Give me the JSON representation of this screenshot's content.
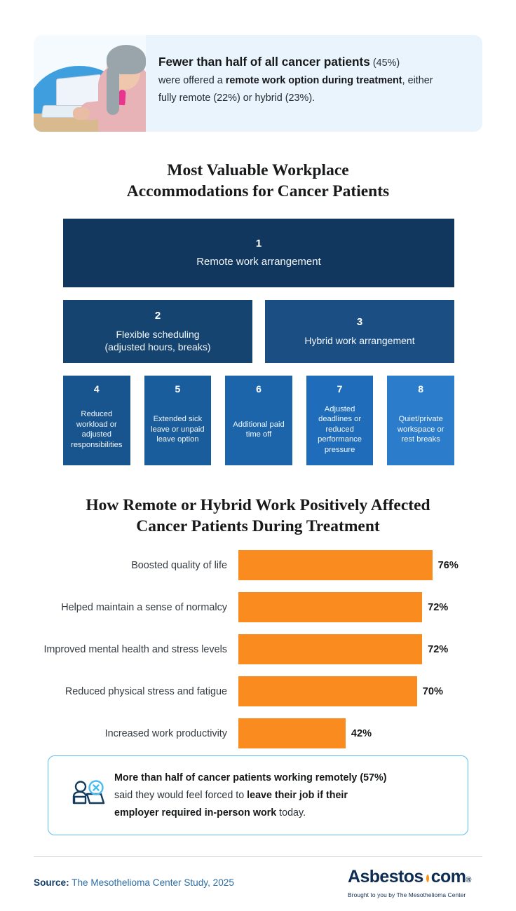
{
  "banner": {
    "lead": "Fewer than half of all cancer patients",
    "lead_pct": " (45%)",
    "line2_pre": "were offered a ",
    "line2_bold": "remote work option during treatment",
    "line2_post": ", either",
    "line3": "fully remote (22%) or hybrid (23%)."
  },
  "accommodations": {
    "title_line1": "Most Valuable Workplace",
    "title_line2": "Accommodations for Cancer Patients",
    "items": [
      {
        "rank": "1",
        "label": "Remote work arrangement",
        "color": "#11375e"
      },
      {
        "rank": "2",
        "label": "Flexible scheduling\n(adjusted hours, breaks)",
        "color": "#154470"
      },
      {
        "rank": "3",
        "label": "Hybrid work arrangement",
        "color": "#1b4f84"
      },
      {
        "rank": "4",
        "label": "Reduced workload or adjusted responsibilities",
        "color": "#18548e"
      },
      {
        "rank": "5",
        "label": "Extended sick leave or unpaid leave option",
        "color": "#1a5d9c"
      },
      {
        "rank": "6",
        "label": "Additional paid time off",
        "color": "#1d65ab"
      },
      {
        "rank": "7",
        "label": "Adjusted deadlines or reduced performance pressure",
        "color": "#1f6dba"
      },
      {
        "rank": "8",
        "label": "Quiet/private workspace or rest breaks",
        "color": "#2b7ccb"
      }
    ]
  },
  "remote_effects": {
    "title_line1": "How Remote or Hybrid Work Positively Affected",
    "title_line2": "Cancer Patients During Treatment"
  },
  "chart_data": {
    "type": "bar",
    "orientation": "horizontal",
    "title": "How Remote or Hybrid Work Positively Affected Cancer Patients During Treatment",
    "xlabel": "",
    "ylabel": "",
    "xlim": [
      0,
      100
    ],
    "grid": false,
    "legend": "none",
    "bar_color": "#fa8b1e",
    "categories": [
      "Boosted quality of life",
      "Helped maintain a sense of normalcy",
      "Improved mental health and stress levels",
      "Reduced physical stress and fatigue",
      "Increased work productivity"
    ],
    "values": [
      76,
      72,
      72,
      70,
      42
    ],
    "value_labels": [
      "76%",
      "72%",
      "72%",
      "70%",
      "42%"
    ]
  },
  "callout": {
    "icon": "person-laptop-x-icon",
    "bold1": "More than half of cancer patients working remotely (57%)",
    "text2_pre": "said they would feel forced to ",
    "bold2": "leave their job if their",
    "bold3": "employer required in-person work",
    "text3_post": " today."
  },
  "footer": {
    "source_label": "Source:",
    "source_text": " The Mesothelioma Center Study, 2025",
    "logo_part1": "Asbestos",
    "logo_part2": "com",
    "logo_reg": "®",
    "logo_tagline": "Brought to you by The Mesothelioma Center"
  },
  "colors": {
    "banner_bg": "#eaf4fd",
    "orange": "#fa8b1e",
    "navy": "#11375e",
    "callout_border": "#5bc2f0",
    "logo_navy": "#0f2d52",
    "logo_orange": "#f7941e"
  }
}
